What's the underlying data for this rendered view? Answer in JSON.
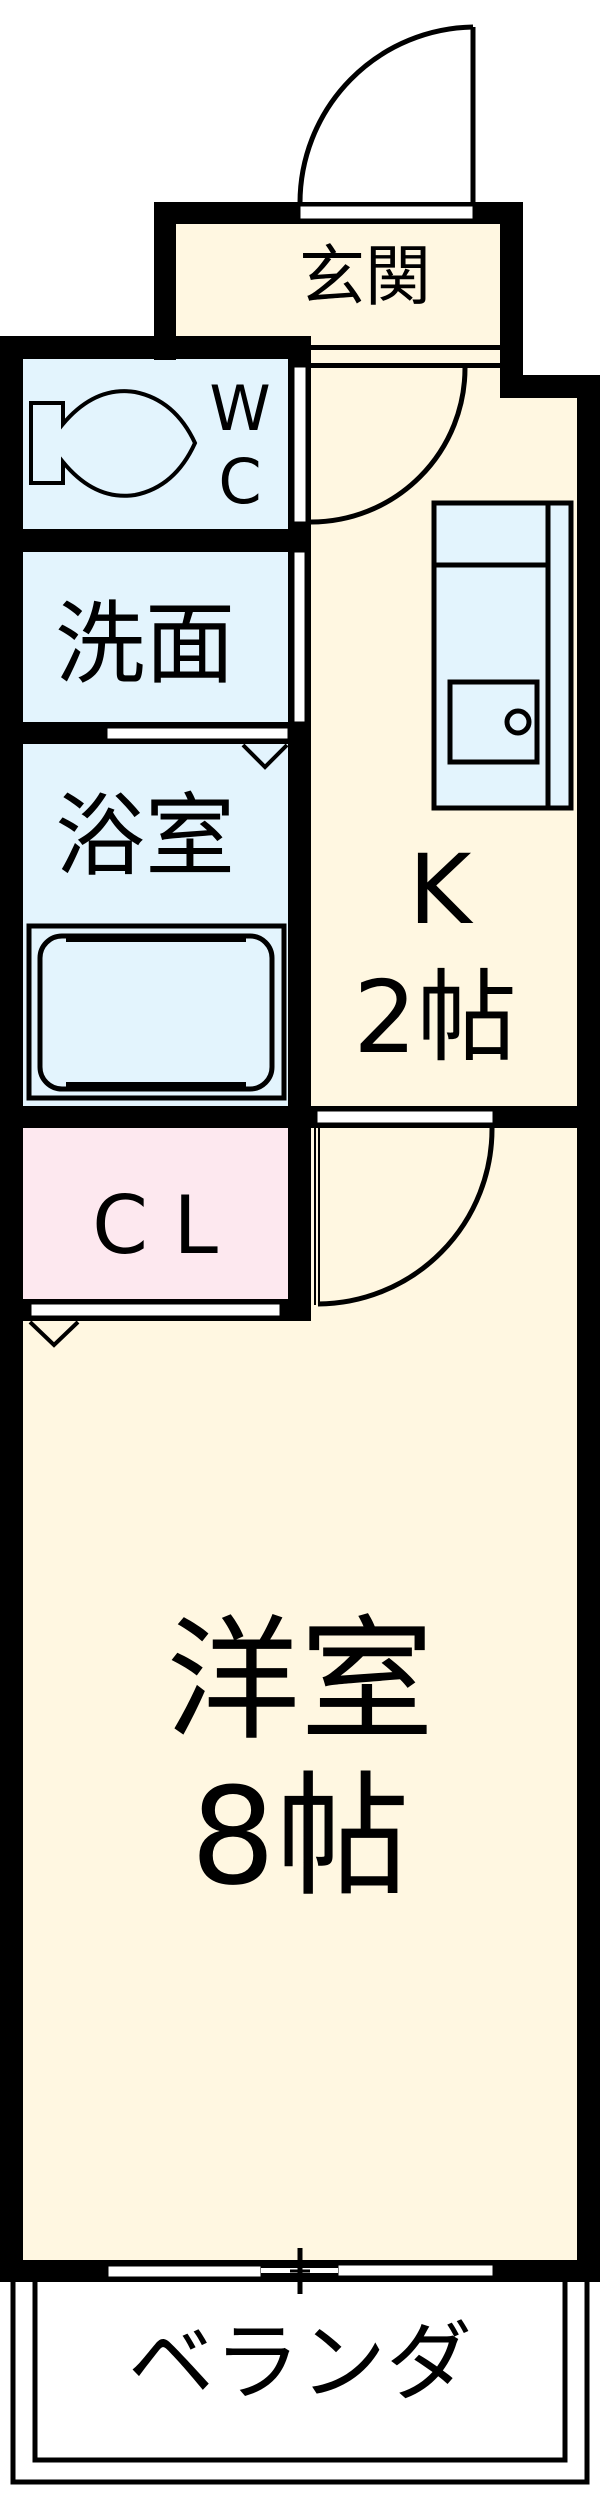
{
  "plan": {
    "type": "apartment floor plan",
    "layout": "1K"
  },
  "colors": {
    "wall": "#000000",
    "living_floor": "#fff7e1",
    "wet_area": "#e3f4fd",
    "closet": "#fde8ef",
    "opening": "#ffffff"
  },
  "rooms": {
    "genkan": {
      "label": "玄関"
    },
    "wc": {
      "label_line1": "W",
      "label_line2": "C"
    },
    "senmen": {
      "label": "洗面"
    },
    "bath": {
      "label": "浴室"
    },
    "kitchen": {
      "label_line1": "K",
      "label_line2": "2帖"
    },
    "closet": {
      "label": "C L"
    },
    "western_room": {
      "label_line1": "洋室",
      "label_line2": "8帖"
    },
    "veranda": {
      "label": "ベランダ"
    }
  },
  "fixtures": {
    "toilet": "toilet-icon",
    "bathtub": "bathtub-icon",
    "kitchen_counter": "kitchen-sink-icon",
    "entry_door": "swing-door-icon",
    "balcony_window": "sliding-window-icon"
  }
}
